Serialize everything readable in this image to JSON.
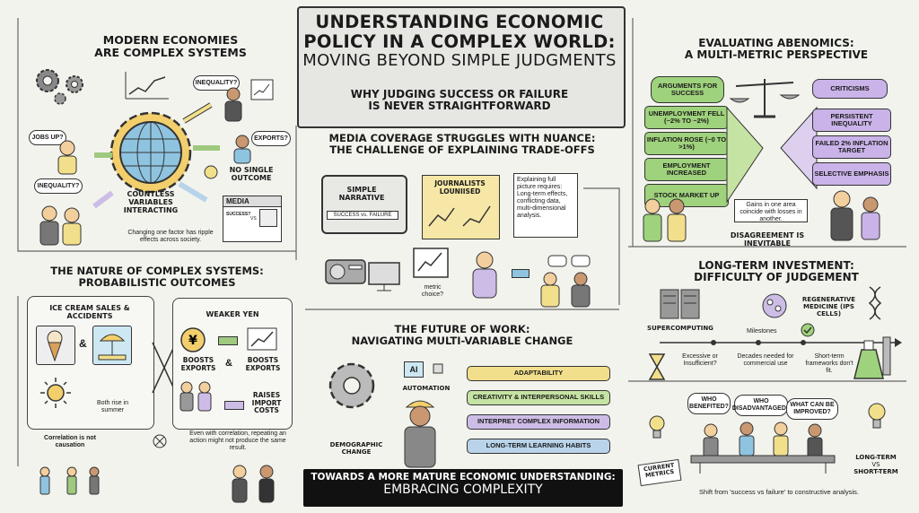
{
  "header": {
    "title_line1": "UNDERSTANDING ECONOMIC",
    "title_line2": "POLICY IN A COMPLEX WORLD:",
    "title_line3": "MOVING BEYOND SIMPLE JUDGMENTS",
    "subtitle_line1": "WHY JUDGING SUCCESS OR FAILURE",
    "subtitle_line2": "IS NEVER STRAIGHTFORWARD"
  },
  "modern": {
    "title_line1": "MODERN ECONOMIES",
    "title_line2": "ARE COMPLEX SYSTEMS",
    "bubble_inequality_top": "INEQUALITY?",
    "bubble_jobs": "JOBS UP?",
    "bubble_exports": "EXPORTS?",
    "bubble_inequality_left": "INEQUALITY?",
    "no_single_outcome": "NO SINGLE OUTCOME",
    "countless_variables": "COUNTLESS VARIABLES INTERACTING",
    "media_label": "MEDIA",
    "media_success": "SUCCESS?",
    "media_vs": "VS",
    "ripple_note": "Changing one factor has ripple effects across society."
  },
  "nature": {
    "title_line1": "THE NATURE OF COMPLEX SYSTEMS:",
    "title_line2": "PROBABILISTIC OUTCOMES",
    "ice_cream_title": "ICE CREAM SALES & ACCIDENTS",
    "amp": "&",
    "both_rise": "Both rise in summer",
    "weaker_yen": "WEAKER YEN",
    "boosts_exports_1": "BOOSTS EXPORTS",
    "boosts_exports_2": "BOOSTS EXPORTS",
    "raises_import": "RAISES IMPORT COSTS",
    "correlation_note": "Correlation is not causation",
    "repeat_note": "Even with correlation, repeating an action might not produce the same result."
  },
  "media": {
    "title_line1": "MEDIA COVERAGE STRUGGLES WITH NUANCE:",
    "title_line2": "THE CHALLENGE OF EXPLAINING TRADE-OFFS",
    "simple_narrative": "SIMPLE NARRATIVE",
    "success_vs_failure": "SUCCESS vs. FAILURE",
    "journalists": "JOURNALISTS LOUNIISED",
    "explain_title": "Explaining full picture requires:",
    "explain_items": [
      "Long-term effects,",
      "conflicting data,",
      "multi-dimensional analysis."
    ],
    "metric_choice": "metric choice?"
  },
  "future": {
    "title_line1": "THE FUTURE OF WORK:",
    "title_line2": "NAVIGATING MULTI-VARIABLE CHANGE",
    "ai": "AI",
    "automation": "AUTOMATION",
    "demographic": "DEMOGRAPHIC CHANGE",
    "skills": [
      {
        "label": "ADAPTABILITY",
        "color": "#f2df8c"
      },
      {
        "label": "CREATIVITY & INTERPERSONAL SKILLS",
        "color": "#c5e3a3"
      },
      {
        "label": "INTERPRET COMPLEX INFORMATION",
        "color": "#cdbde6"
      },
      {
        "label": "LONG-TERM LEARNING HABITS",
        "color": "#b9d4ea"
      }
    ]
  },
  "footer": {
    "line1": "TOWARDS A MORE MATURE ECONOMIC UNDERSTANDING:",
    "line2": "EMBRACING COMPLEXITY"
  },
  "abenomics": {
    "title_line1": "EVALUATING ABENOMICS:",
    "title_line2": "A MULTI-METRIC PERSPECTIVE",
    "arguments_label": "ARGUMENTS FOR SUCCESS",
    "criticisms_label": "CRITICISMS",
    "success_items": [
      "UNEMPLOYMENT FELL (~2% to ~2%)",
      "INFLATION ROSE (~0 to >1%)",
      "EMPLOYMENT INCREASED",
      "STOCK MARKET UP"
    ],
    "criticism_items": [
      "PERSISTENT INEQUALITY",
      "FAILED 2% INFLATION TARGET",
      "SELECTIVE EMPHASIS"
    ],
    "gains_note": "Gains in one area coincide with losses in another.",
    "disagreement": "DISAGREEMENT IS INEVITABLE",
    "green": "#9fd27c",
    "purple": "#c9b3e8"
  },
  "longterm": {
    "title_line1": "LONG-TERM INVESTMENT:",
    "title_line2": "DIFFICULTY OF JUDGEMENT",
    "supercomputing": "SUPERCOMPUTING",
    "regenerative": "REGENERATIVE MEDICINE (iPS cells)",
    "milestones": "Milestones",
    "excessive": "Excessive or Insufficient?",
    "decades": "Decades needed for commercial use",
    "short_term": "Short-term frameworks don't fit."
  },
  "analysis": {
    "who_benefited": "WHO BENEFITED?",
    "who_disadvantaged": "WHO DISADVANTAGED?",
    "what_improved": "WHAT CAN BE IMPROVED?",
    "current_metrics": "CURRENT METRICS",
    "long_vs_short_1": "LONG-TERM",
    "long_vs_short_vs": "vs",
    "long_vs_short_2": "SHORT-TERM",
    "shift_note": "Shift from 'success vs failure' to constructive analysis."
  }
}
